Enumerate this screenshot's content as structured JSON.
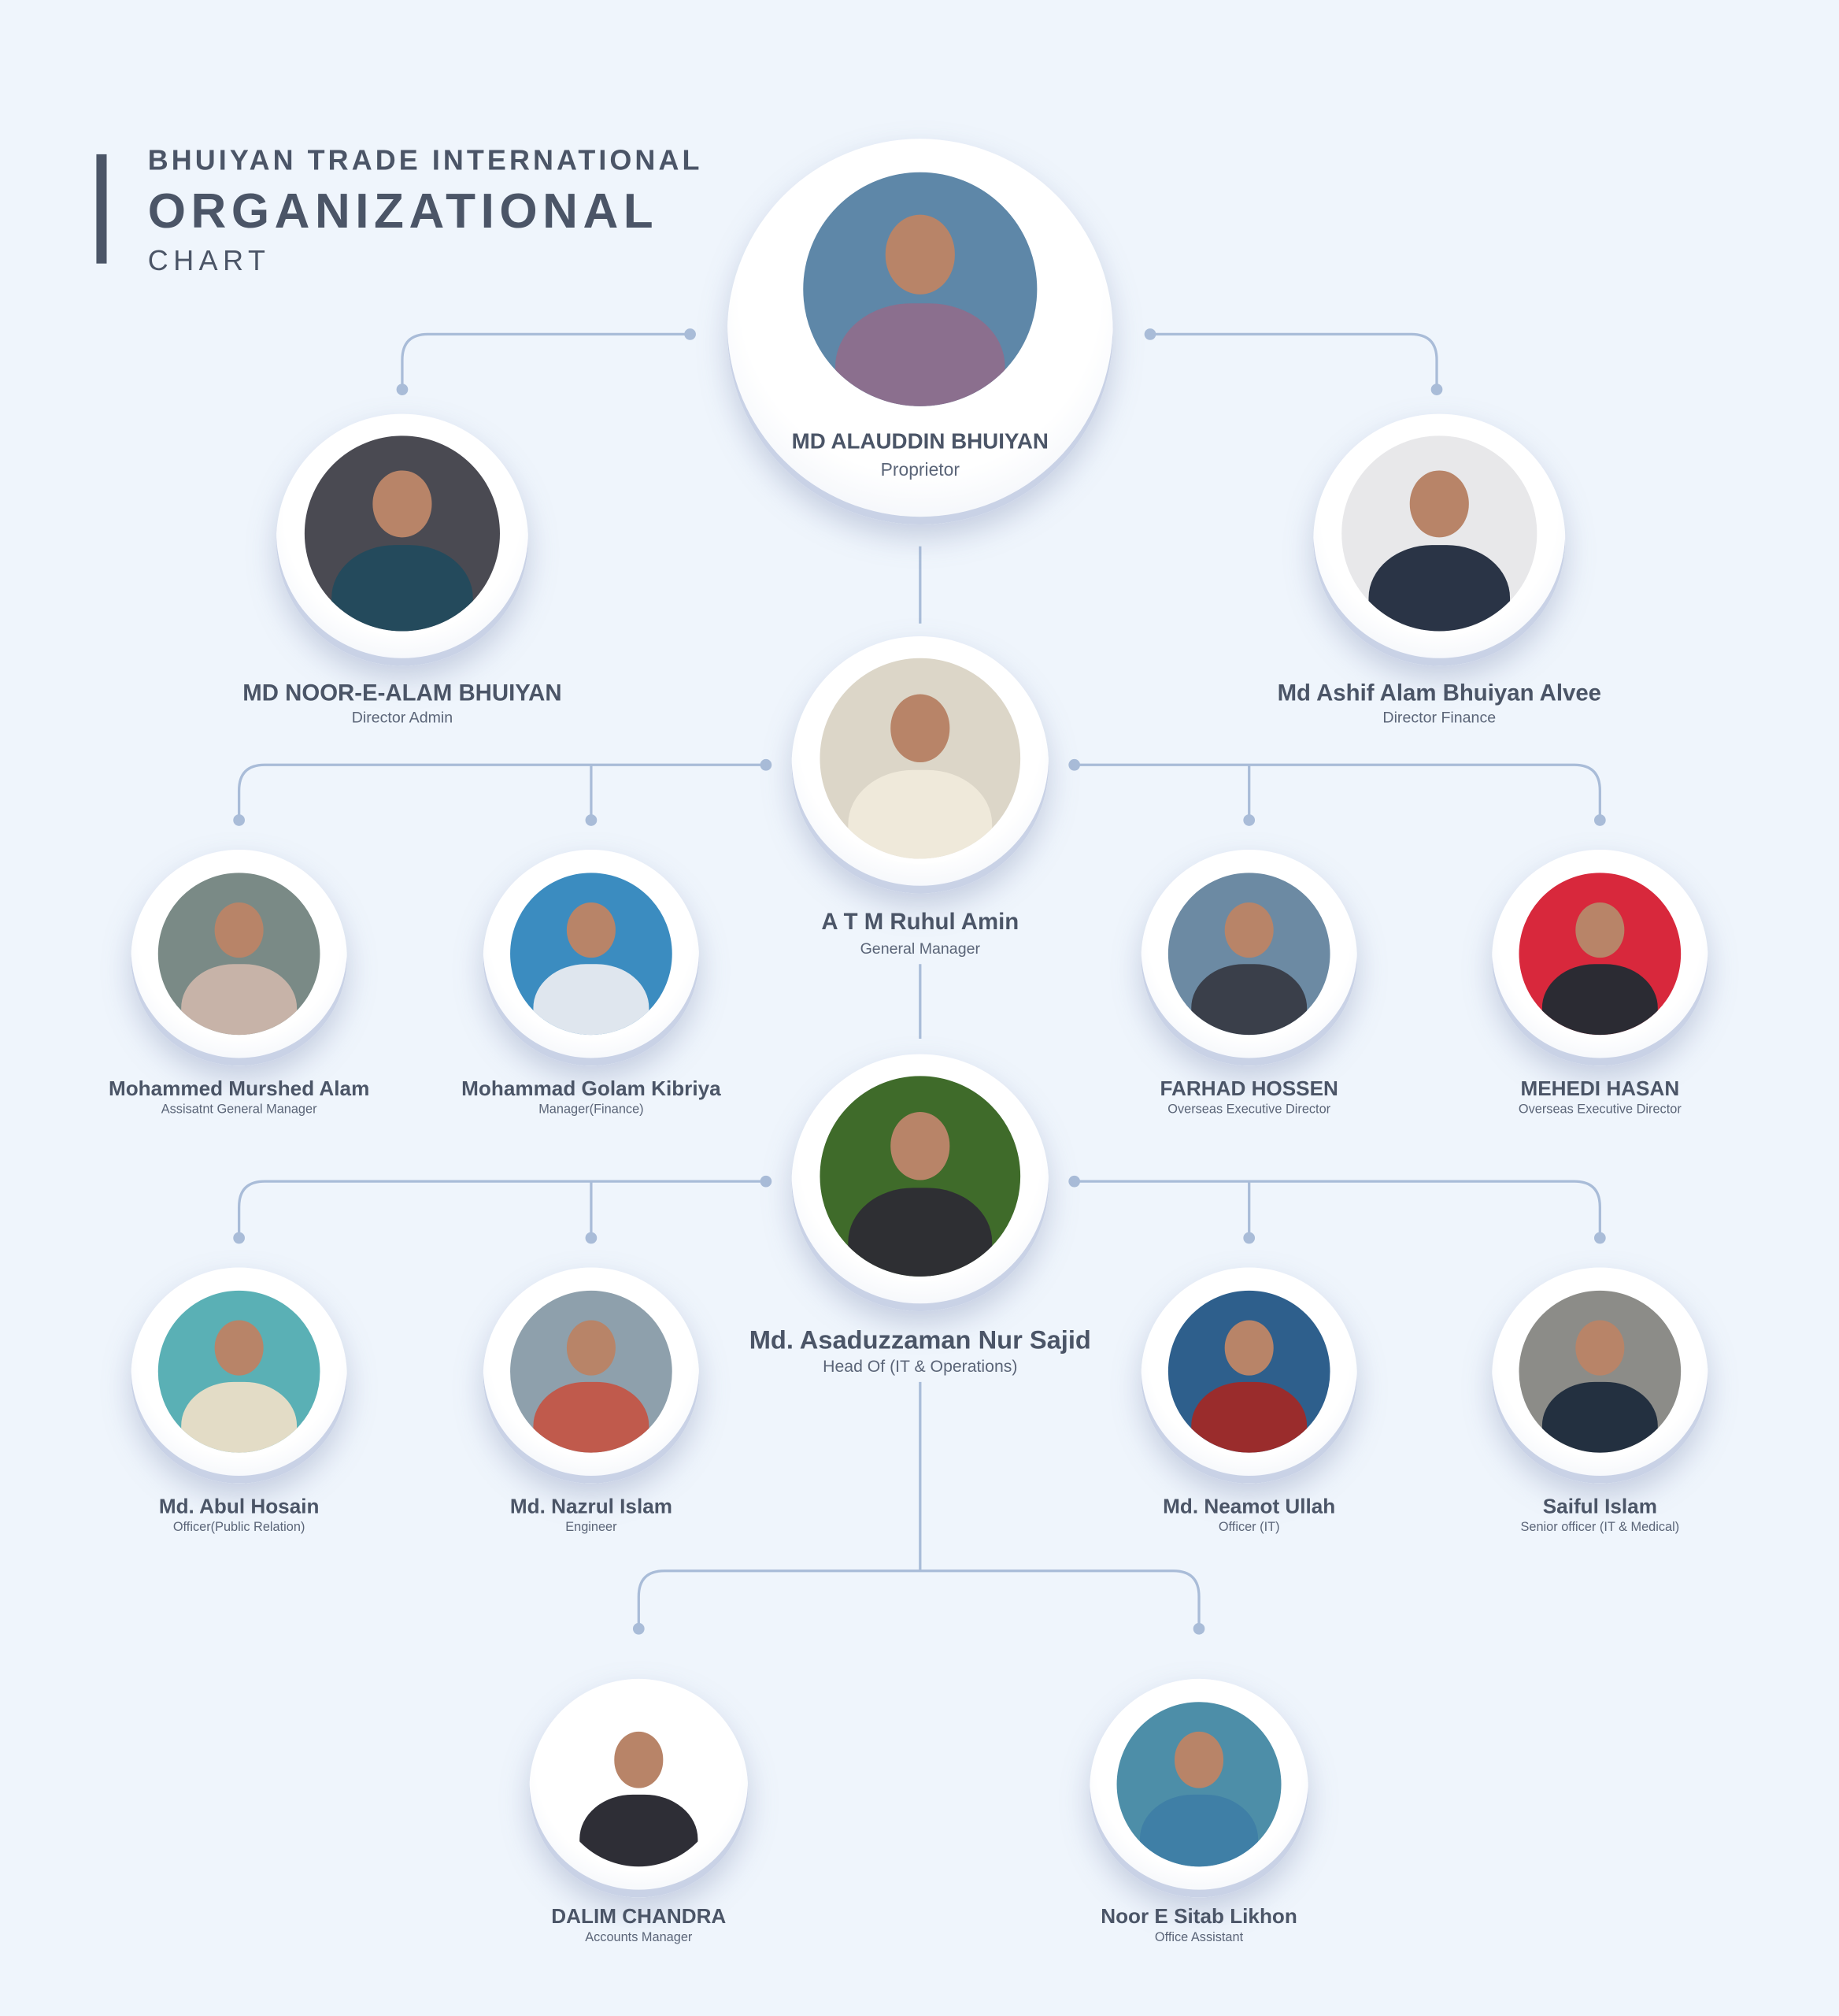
{
  "header": {
    "company": "BHUIYAN TRADE INTERNATIONAL",
    "title": "ORGANIZATIONAL",
    "subtitle": "CHART"
  },
  "people": [
    {
      "id": "proprietor",
      "name": "MD ALAUDDIN BHUIYAN",
      "role": "Proprietor"
    },
    {
      "id": "director-admin",
      "name": "MD NOOR-E-ALAM BHUIYAN",
      "role": "Director Admin"
    },
    {
      "id": "director-finance",
      "name": "Md Ashif Alam Bhuiyan Alvee",
      "role": "Director Finance"
    },
    {
      "id": "general-manager",
      "name": "A T M Ruhul Amin",
      "role": "General Manager"
    },
    {
      "id": "agm",
      "name": "Mohammed  Murshed Alam",
      "role": "Assisatnt General Manager"
    },
    {
      "id": "manager-finance",
      "name": "Mohammad Golam Kibriya",
      "role": "Manager(Finance)"
    },
    {
      "id": "overseas-1",
      "name": "FARHAD HOSSEN",
      "role": "Overseas Executive Director"
    },
    {
      "id": "overseas-2",
      "name": "MEHEDI HASAN",
      "role": "Overseas Executive Director"
    },
    {
      "id": "head-it",
      "name": "Md. Asaduzzaman Nur Sajid",
      "role": "Head Of (IT & Operations)"
    },
    {
      "id": "officer-pr",
      "name": "Md. Abul Hosain",
      "role": "Officer(Public Relation)"
    },
    {
      "id": "engineer",
      "name": "Md. Nazrul Islam",
      "role": "Engineer"
    },
    {
      "id": "officer-it",
      "name": "Md. Neamot Ullah",
      "role": "Officer (IT)"
    },
    {
      "id": "senior-officer",
      "name": "Saiful Islam",
      "role": "Senior officer (IT & Medical)"
    },
    {
      "id": "accounts-manager",
      "name": "DALIM CHANDRA",
      "role": "Accounts Manager"
    },
    {
      "id": "office-assistant",
      "name": "Noor E Sitab Likhon",
      "role": "Office Assistant"
    }
  ],
  "colors": {
    "text": "#4b5567",
    "line": "#a9bcd8",
    "background": "#eff5fc"
  }
}
